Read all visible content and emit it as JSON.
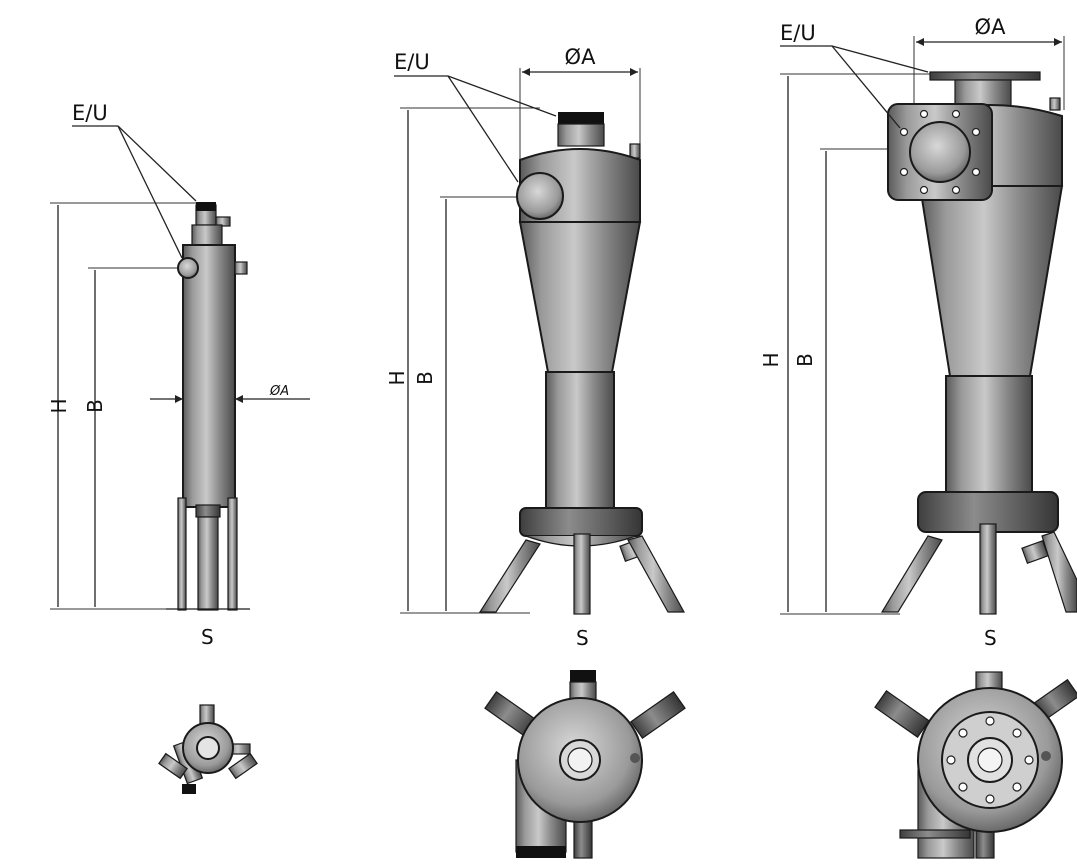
{
  "labels": {
    "inlet_outlet": "E/U",
    "diameter": "ØA",
    "diameter_small": "ØA",
    "height": "H",
    "inlet_height": "B",
    "support": "S"
  },
  "views": [
    {
      "id": "small",
      "leader": "E/U",
      "diameter": "ØA",
      "height": "H",
      "inlet": "B",
      "support": "S"
    },
    {
      "id": "medium",
      "leader": "E/U",
      "diameter": "ØA",
      "height": "H",
      "inlet": "B",
      "support": "S"
    },
    {
      "id": "large",
      "leader": "E/U",
      "diameter": "ØA",
      "height": "H",
      "inlet": "B",
      "support": "S"
    }
  ]
}
